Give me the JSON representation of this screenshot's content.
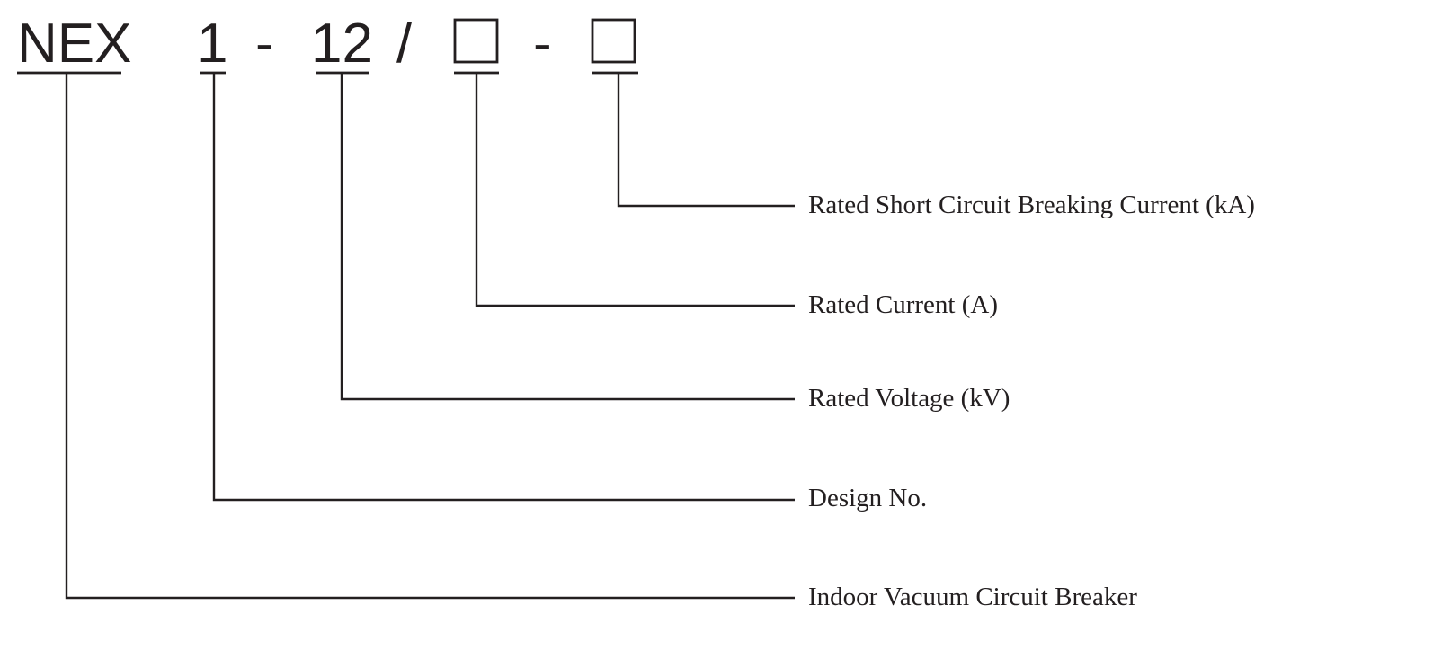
{
  "model_code": {
    "prefix": "NEX",
    "design_no": "1",
    "separator_1": "-",
    "voltage": "12",
    "slash": "/",
    "separator_2": "-"
  },
  "labels": {
    "breaking_current": "Rated Short Circuit Breaking Current (kA)",
    "rated_current": "Rated Current (A)",
    "rated_voltage": "Rated Voltage (kV)",
    "design_no": "Design No.",
    "breaker_type": "Indoor Vacuum Circuit Breaker"
  },
  "colors": {
    "ink": "#231f20",
    "background": "#ffffff"
  }
}
